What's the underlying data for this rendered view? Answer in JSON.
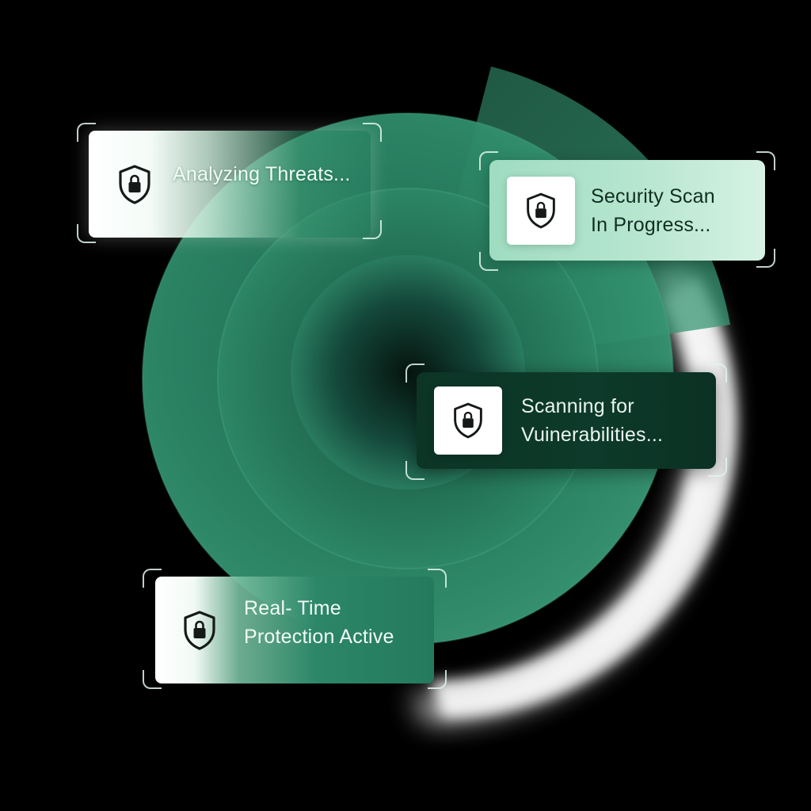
{
  "cards": [
    {
      "id": "analyzing",
      "text": "Analyzing Threats..."
    },
    {
      "id": "security",
      "line1": "Security Scan",
      "line2": "In Progress..."
    },
    {
      "id": "scanning",
      "line1": "Scanning for",
      "line2": "Vuinerabilities..."
    },
    {
      "id": "realtime",
      "line1": "Real- Time",
      "line2": "Protection Active"
    }
  ],
  "icon": "shield-lock-icon",
  "colors": {
    "background": "#000000",
    "ring_green": "#2f8a6a",
    "ring_dark": "#0c3526",
    "card_mint": "#b7e6cf",
    "glow_white": "#ffffff"
  }
}
